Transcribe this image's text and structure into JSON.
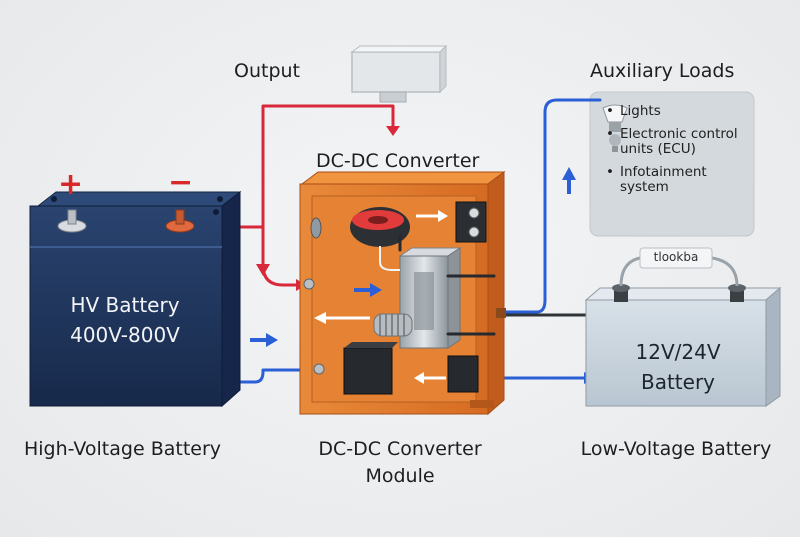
{
  "labels": {
    "output": "Output",
    "converter_title": "DC-DC Converter",
    "auxiliary_loads": "Auxiliary Loads",
    "plus_sign": "+",
    "minus_sign": "−",
    "hv_battery_line1": "HV Battery",
    "hv_battery_line2": "400V-800V",
    "lv_battery_line1": "12V/24V",
    "lv_battery_line2": "Battery",
    "lv_tag": "tlookba",
    "bottom_hv": "High-Voltage Battery",
    "bottom_converter_line1": "DC-DC Converter",
    "bottom_converter_line2": "Module",
    "bottom_lv": "Low-Voltage Battery"
  },
  "loads": [
    "Lights",
    "Electronic control units (ECU)",
    "Infotainment system"
  ],
  "colors": {
    "hv_battery": "#1e3358",
    "converter_case": "#e07a2c",
    "lv_battery": "#c9d4dd",
    "positive_wire": "#d8283a",
    "signal_wire": "#2a5fd6",
    "ground_wire": "#2f3438"
  },
  "icons": [
    "lightbulb-icon",
    "arrow-right-icon",
    "arrow-down-icon",
    "arrow-up-icon",
    "arrow-left-icon"
  ]
}
